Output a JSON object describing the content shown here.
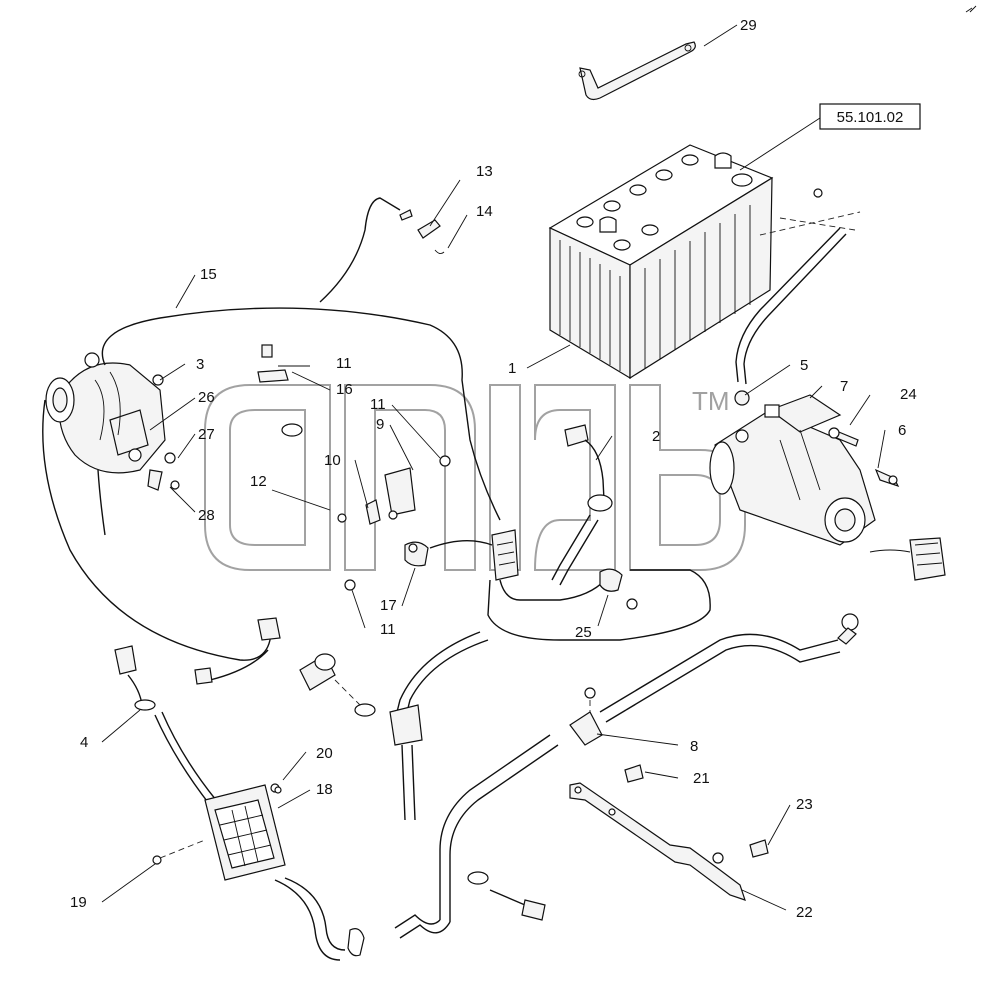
{
  "reference_box": "55.101.02",
  "watermark_mark": "TM",
  "callouts": [
    {
      "id": "1",
      "label": "1"
    },
    {
      "id": "2",
      "label": "2"
    },
    {
      "id": "3",
      "label": "3"
    },
    {
      "id": "4",
      "label": "4"
    },
    {
      "id": "5",
      "label": "5"
    },
    {
      "id": "6",
      "label": "6"
    },
    {
      "id": "7",
      "label": "7"
    },
    {
      "id": "8",
      "label": "8"
    },
    {
      "id": "9",
      "label": "9"
    },
    {
      "id": "10",
      "label": "10"
    },
    {
      "id": "11a",
      "label": "11"
    },
    {
      "id": "11b",
      "label": "11"
    },
    {
      "id": "11c",
      "label": "11"
    },
    {
      "id": "12",
      "label": "12"
    },
    {
      "id": "13",
      "label": "13"
    },
    {
      "id": "14",
      "label": "14"
    },
    {
      "id": "15",
      "label": "15"
    },
    {
      "id": "16",
      "label": "16"
    },
    {
      "id": "17",
      "label": "17"
    },
    {
      "id": "18",
      "label": "18"
    },
    {
      "id": "19",
      "label": "19"
    },
    {
      "id": "20",
      "label": "20"
    },
    {
      "id": "21",
      "label": "21"
    },
    {
      "id": "22",
      "label": "22"
    },
    {
      "id": "23",
      "label": "23"
    },
    {
      "id": "24",
      "label": "24"
    },
    {
      "id": "25",
      "label": "25"
    },
    {
      "id": "26",
      "label": "26"
    },
    {
      "id": "27",
      "label": "27"
    },
    {
      "id": "28",
      "label": "28"
    },
    {
      "id": "29",
      "label": "29"
    }
  ]
}
